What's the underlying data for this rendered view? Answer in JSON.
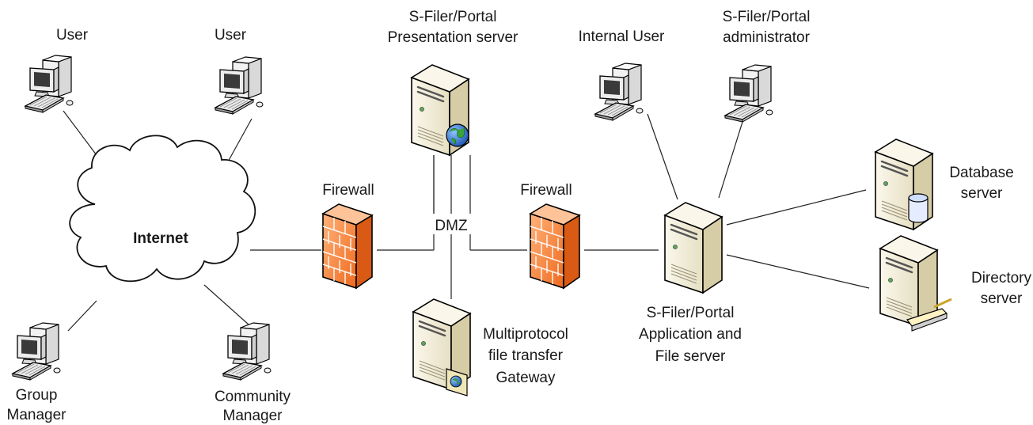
{
  "nodes": {
    "user_left": {
      "label": [
        "User"
      ],
      "icon": "desktop-computer-icon"
    },
    "user_right": {
      "label": [
        "User"
      ],
      "icon": "desktop-computer-icon"
    },
    "internet": {
      "label": [
        "Internet"
      ],
      "icon": "cloud-icon"
    },
    "group_manager": {
      "label": [
        "Group",
        "Manager"
      ],
      "icon": "desktop-computer-icon"
    },
    "community_manager": {
      "label": [
        "Community",
        "Manager"
      ],
      "icon": "desktop-computer-icon"
    },
    "firewall_outer": {
      "label": [
        "Firewall"
      ],
      "icon": "firewall-icon"
    },
    "presentation_server": {
      "label": [
        "S-Filer/Portal",
        "Presentation server"
      ],
      "icon": "web-server-icon"
    },
    "dmz": {
      "label": [
        "DMZ"
      ]
    },
    "gateway": {
      "label": [
        "Multiprotocol",
        "file transfer",
        "Gateway"
      ],
      "icon": "file-server-icon"
    },
    "firewall_inner": {
      "label": [
        "Firewall"
      ],
      "icon": "firewall-icon"
    },
    "internal_user": {
      "label": [
        "Internal User"
      ],
      "icon": "desktop-computer-icon"
    },
    "administrator": {
      "label": [
        "S-Filer/Portal",
        "administrator"
      ],
      "icon": "desktop-computer-icon"
    },
    "app_server": {
      "label": [
        "S-Filer/Portal",
        "Application and",
        "File server"
      ],
      "icon": "tower-server-icon"
    },
    "database_server": {
      "label": [
        "Database",
        "server"
      ],
      "icon": "database-server-icon"
    },
    "directory_server": {
      "label": [
        "Directory",
        "server"
      ],
      "icon": "directory-server-icon"
    }
  },
  "colors": {
    "firewall_light": "#ff9a55",
    "firewall_dark": "#e0661c",
    "server_beige": "#f3eedb",
    "server_shade": "#d8cfae",
    "monitor_gray": "#e7e7e7",
    "screen": "#3a3a3a",
    "globe_blue": "#2b6cd6",
    "globe_green": "#3ba33b"
  }
}
